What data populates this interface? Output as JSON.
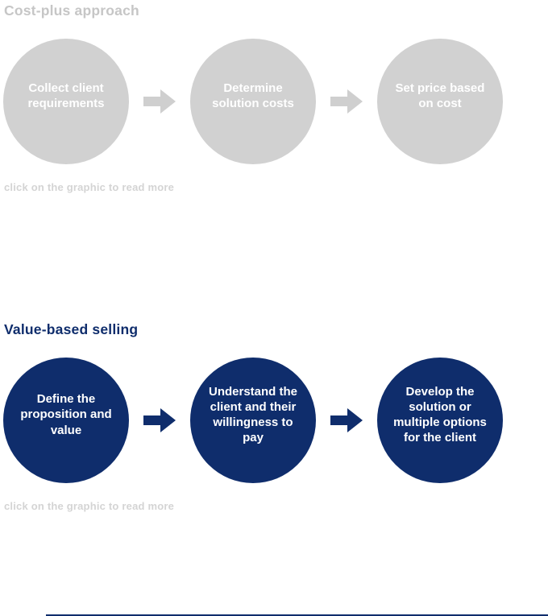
{
  "sections": [
    {
      "id": "cost-plus",
      "title": "Cost-plus approach",
      "steps": [
        "Collect client requirements",
        "Determine solution costs",
        "Set price based on cost"
      ],
      "footnote": "click on the graphic to read more"
    },
    {
      "id": "value-based",
      "title": "Value-based selling",
      "steps": [
        "Define the proposition and value",
        "Understand the client and their willingness to pay",
        "Develop the solution or multiple options for the client"
      ],
      "footnote": "click on the graphic to read more"
    }
  ],
  "colors": {
    "gray_circle": "#d1d1d1",
    "gray_heading": "#c6c6c6",
    "gray_arrow": "#cfcfcf",
    "gray_footnote": "#d4d4d4",
    "navy": "#0f2d6c",
    "circle_text": "#ffffff"
  }
}
